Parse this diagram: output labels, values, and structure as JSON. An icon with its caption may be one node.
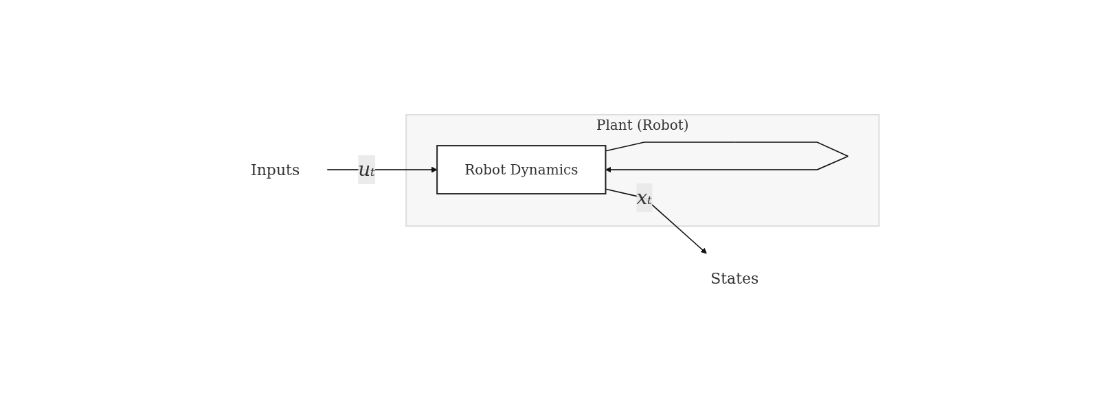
{
  "diagram": {
    "nodes": [
      {
        "text": [
          "Inputs"
        ]
      },
      {
        "text": [
          "Plant (Robot)"
        ]
      },
      {
        "text": [
          "Robot Dynamics"
        ],
        "in": 1
      },
      {
        "text": [
          "States"
        ]
      }
    ],
    "edges": [
      {
        "from": 0,
        "to": 2,
        "arrow": "to",
        "label": "uₜ"
      },
      {
        "from": 2,
        "to": 3,
        "arrow": "to",
        "label": "xₜ"
      },
      {
        "from": 2,
        "to": 2,
        "arrow": "to"
      }
    ]
  }
}
